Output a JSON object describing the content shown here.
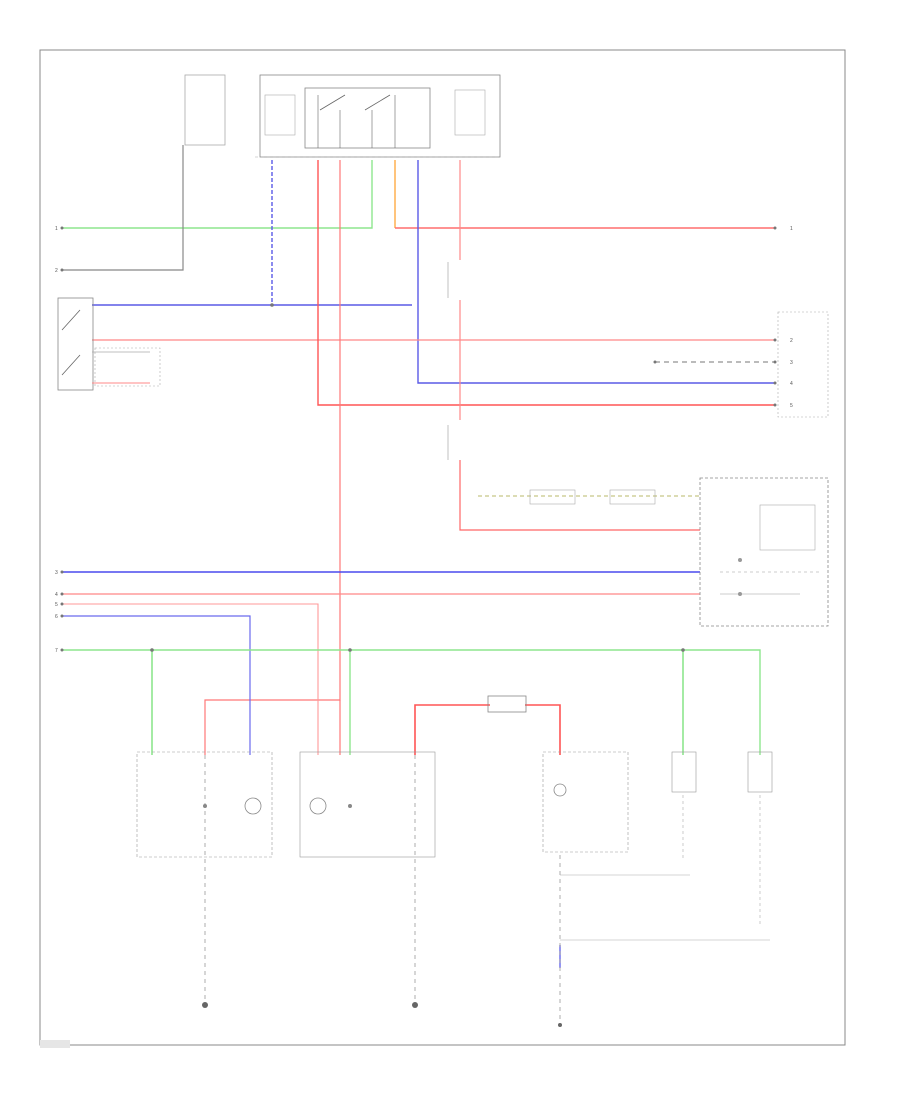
{
  "colors": {
    "background": "#ffffff",
    "frame": "#888888",
    "wire_red": "#ff6f6f",
    "wire_blue": "#5a5ae6",
    "wire_green": "#8ee68e",
    "wire_orange": "#ffaa44",
    "wire_gray": "#9a9a9a",
    "wire_yellow": "#d8d866"
  },
  "labels": {
    "left_connector_1": "1",
    "left_connector_2": "2",
    "left_connector_3": "3",
    "left_connector_4": "4",
    "left_connector_5": "5",
    "left_connector_6": "6",
    "left_connector_7": "7",
    "right_connector_1": "1",
    "right_connector_2": "2",
    "right_connector_3": "3",
    "right_connector_4": "4",
    "right_connector_5": "5"
  }
}
